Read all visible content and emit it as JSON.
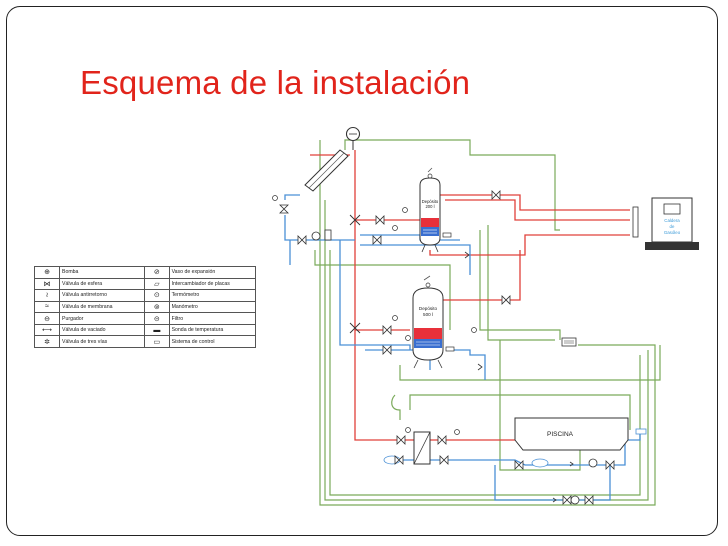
{
  "slide": {
    "title": "Esquema de la instalación"
  },
  "legend": {
    "rows": [
      {
        "sym_left": "⊕",
        "left": "Bomba",
        "sym_right": "⊘",
        "right": "Vaso de expansión"
      },
      {
        "sym_left": "⋈",
        "left": "Válvula de esfera",
        "sym_right": "▱",
        "right": "Intercambiador de placas"
      },
      {
        "sym_left": "≀",
        "left": "Válvula antirretorno",
        "sym_right": "⊙",
        "right": "Termómetro"
      },
      {
        "sym_left": "≈",
        "left": "Válvula de membrana",
        "sym_right": "⊚",
        "right": "Manómetro"
      },
      {
        "sym_left": "⊖",
        "left": "Purgador",
        "sym_right": "⊝",
        "right": "Filtro"
      },
      {
        "sym_left": "⟷",
        "left": "Válvula de vaciado",
        "sym_right": "▬",
        "right": "Sonda de temperatura"
      },
      {
        "sym_left": "✲",
        "left": "Válvula de tres vías",
        "sym_right": "▭",
        "right": "Sistema de control"
      }
    ]
  },
  "diagram": {
    "tank_small": {
      "line1": "Depósito",
      "line2": "200 l"
    },
    "tank_large": {
      "line1": "Depósito",
      "line2": "500 l"
    },
    "boiler": {
      "line1": "Caldera",
      "line2": "de",
      "line3": "Gasóleo"
    },
    "pool": {
      "label": "PISCINA"
    }
  },
  "colors": {
    "title": "#e1241b",
    "hot_pipe": "#e0403a",
    "cold_pipe": "#4a90d6",
    "control_wire": "#7aaa5a",
    "tank_hot": "#e8303a",
    "tank_cold": "#3a6fd0",
    "boiler_screen": "#3a9ad8"
  },
  "icons": [
    "solar-panel-icon",
    "expansion-vessel-icon",
    "pump-icon",
    "ball-valve-icon",
    "three-way-valve-icon",
    "plate-exchanger-icon",
    "thermometer-icon",
    "gas-boiler-icon"
  ]
}
